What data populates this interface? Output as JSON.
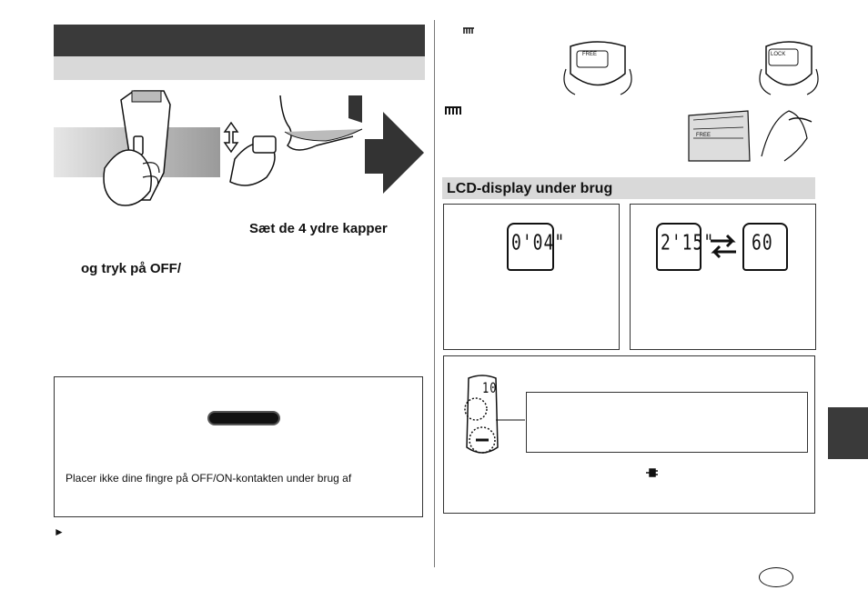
{
  "left_column": {
    "step_text_1": "Sæt de 4 ydre kapper",
    "step_text_2": "og tryk på OFF/",
    "warning_text": "Placer ikke dine fingre på OFF/ON-kontakten under brug af",
    "arrow_marker": "►"
  },
  "right_column": {
    "lock_labels": {
      "free": "FREE",
      "lock": "LOCK"
    },
    "section_title": "LCD-display under brug",
    "lcd_displays": {
      "box1": "0'04\"",
      "box2_left": "2'15\"",
      "box2_right": "60",
      "box3": "10"
    }
  },
  "icons": {
    "comb_icon_1": "comb-icon",
    "comb_icon_2": "comb-icon",
    "plug_icon": "plug-icon"
  }
}
